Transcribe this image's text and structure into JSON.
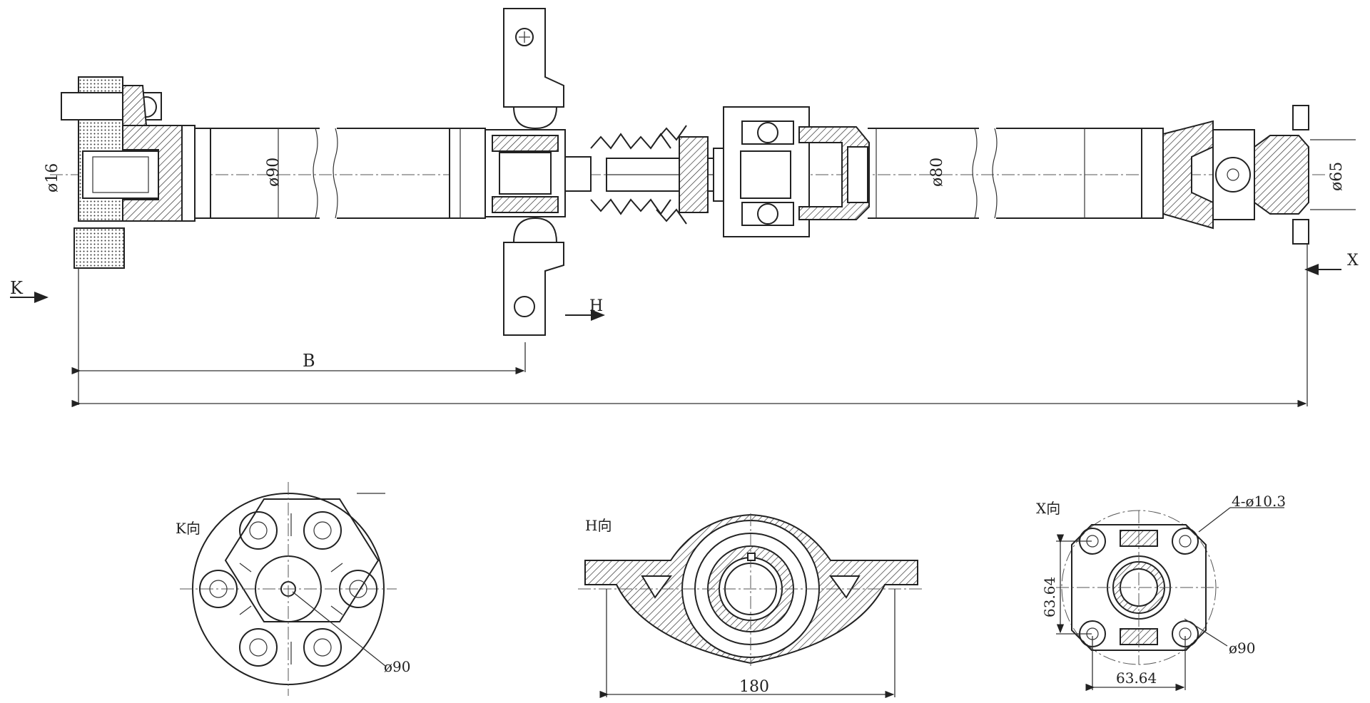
{
  "labels": {
    "dia_16": "ø16",
    "dia_90_shaft": "ø90",
    "dia_80": "ø80",
    "dia_65": "ø65",
    "arrow_k": "K",
    "arrow_h": "H",
    "arrow_x": "X",
    "dim_b": "B",
    "view_k": "K向",
    "view_h": "H向",
    "view_x": "X向",
    "k_dia_90": "ø90",
    "h_width_180": "180",
    "x_holes": "4-ø10.3",
    "x_dim_vertical": "63.64",
    "x_dim_horizontal": "63.64",
    "x_dia_90": "ø90"
  },
  "colors": {
    "line": "#222222",
    "background": "#ffffff"
  }
}
